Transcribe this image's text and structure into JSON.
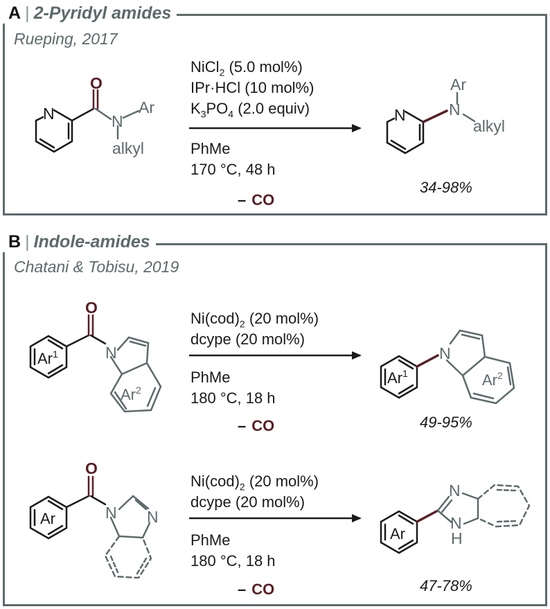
{
  "panel_a": {
    "letter": "A",
    "separator": "|",
    "title": "2-Pyridyl amides",
    "author": "Rueping, 2017",
    "conditions": {
      "line1_main": "NiCl",
      "line1_sub": "2",
      "line1_rest": " (5.0 mol%)",
      "line2": "IPr·HCl (10 mol%)",
      "line3_main": "K",
      "line3_sub1": "3",
      "line3_mid": "PO",
      "line3_sub2": "4",
      "line3_rest": " (2.0 equiv)",
      "line4": "PhMe",
      "line5": "170 °C, 48 h"
    },
    "minus": "–",
    "co": "CO",
    "yield": "34-98%",
    "sm_labels": {
      "n_ring": "N",
      "o": "O",
      "n_amide": "N",
      "ar": "Ar",
      "alkyl": "alkyl"
    },
    "pr_labels": {
      "n_ring": "N",
      "n_amine": "N",
      "ar": "Ar",
      "alkyl": "alkyl"
    }
  },
  "panel_b": {
    "letter": "B",
    "separator": "|",
    "title": "Indole-amides",
    "author": "Chatani & Tobisu, 2019",
    "reaction1": {
      "line1_main": "Ni(cod)",
      "line1_sub": "2",
      "line1_rest": " (20 mol%)",
      "line2": "dcype (20 mol%)",
      "line3": "PhMe",
      "line4": "180 °C, 18 h",
      "minus": "–",
      "co": "CO",
      "yield": "49-95%",
      "labels": {
        "o": "O",
        "n": "N",
        "ar1": "Ar",
        "ar1_sup": "1",
        "ar2": "Ar",
        "ar2_sup": "2"
      }
    },
    "reaction2": {
      "line1_main": "Ni(cod)",
      "line1_sub": "2",
      "line1_rest": " (20 mol%)",
      "line2": "dcype (20 mol%)",
      "line3": "PhMe",
      "line4": "180 °C, 18 h",
      "minus": "–",
      "co": "CO",
      "yield": "47-78%",
      "labels": {
        "o": "O",
        "n1": "N",
        "n2": "N",
        "ar": "Ar",
        "pn1": "N",
        "pnh": "N",
        "ph": "H"
      }
    }
  },
  "colors": {
    "frame": "#5d6a6c",
    "bond_dark": "#1a1a1a",
    "bond_grey": "#5d6a6c",
    "highlight": "#5a1e24"
  }
}
